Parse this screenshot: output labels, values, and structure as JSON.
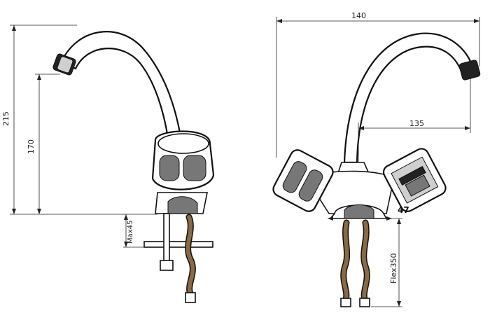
{
  "dimensions": {
    "left_overall_height": "215",
    "left_spout_height": "170",
    "left_max_thickness": "Max45",
    "right_width_overall": "140",
    "right_reach": "135",
    "right_hose_width": "47",
    "right_flex_length": "Flex350"
  },
  "colors": {
    "line": "#111111",
    "hose_braid": "#8a6a40",
    "dimension_line": "#222222"
  }
}
